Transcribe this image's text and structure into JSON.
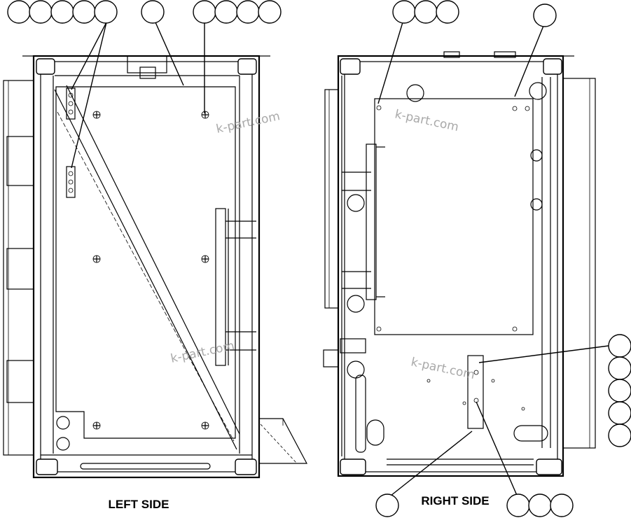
{
  "views": {
    "left": {
      "label": "LEFT SIDE"
    },
    "right": {
      "label": "RIGHT SIDE"
    }
  },
  "watermark": "k-part.com"
}
